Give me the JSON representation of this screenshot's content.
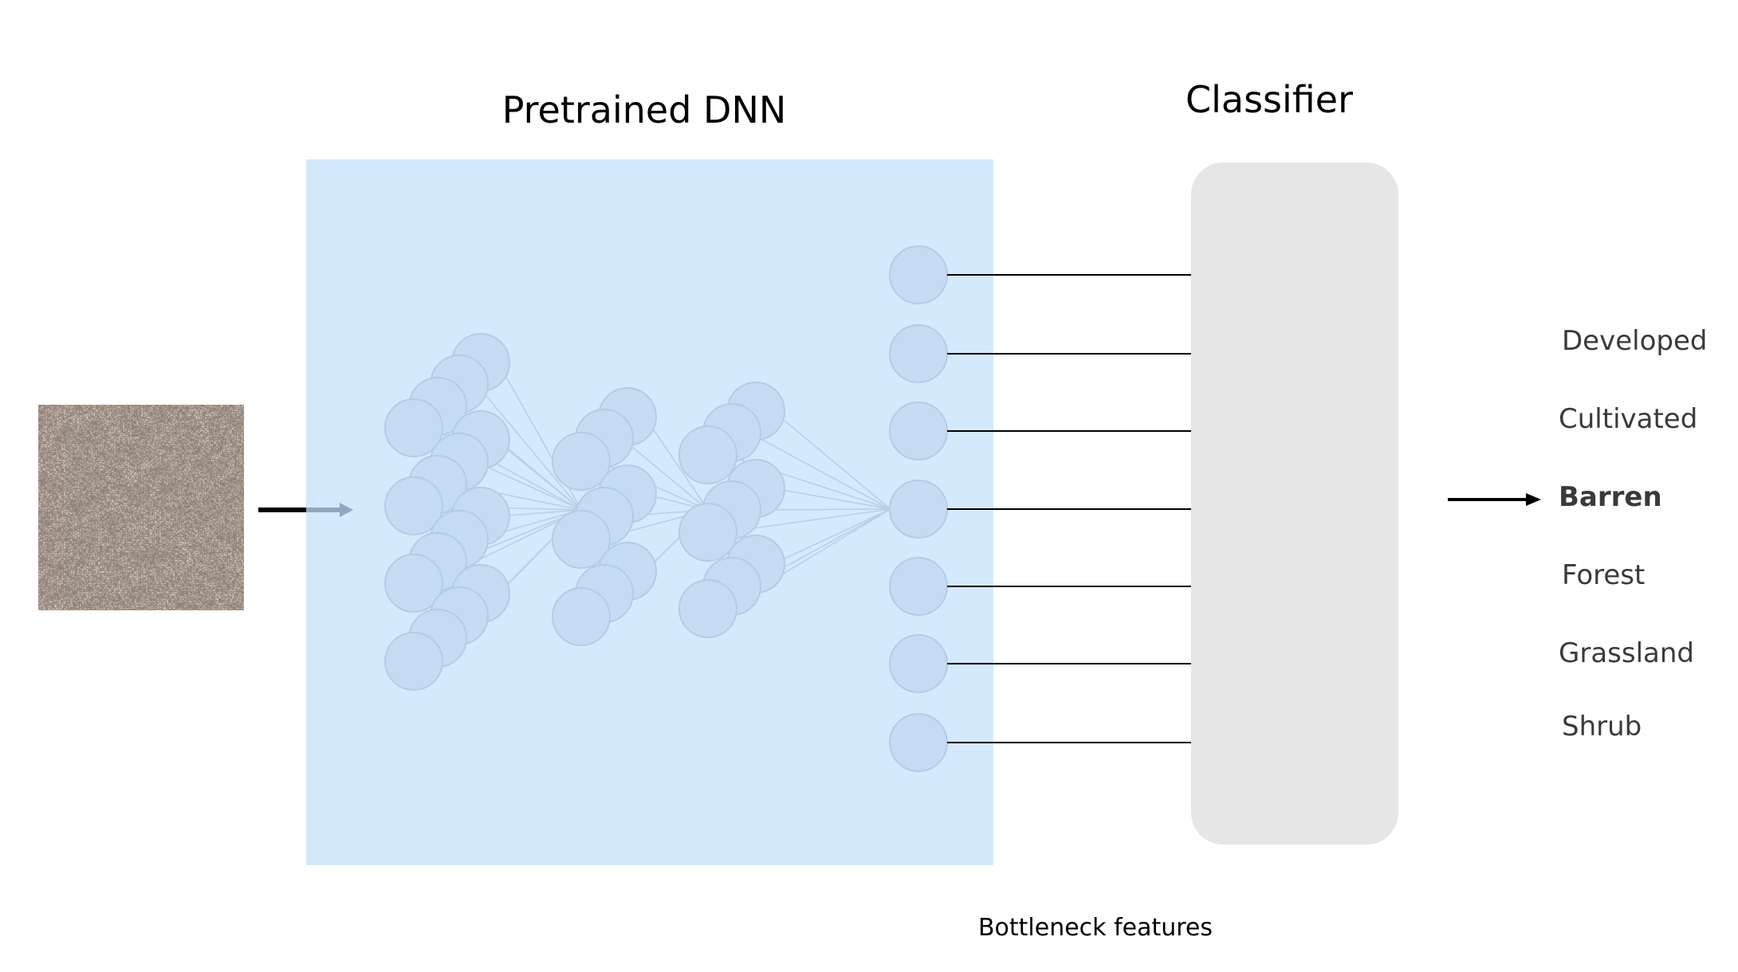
{
  "diagram": {
    "dnn_title": "Pretrained DNN",
    "classifier_title": "Classifier",
    "bottleneck_caption": "Bottleneck features",
    "classes": [
      {
        "label": "Developed",
        "selected": false
      },
      {
        "label": "Cultivated",
        "selected": false
      },
      {
        "label": "Barren",
        "selected": true
      },
      {
        "label": "Forest",
        "selected": false
      },
      {
        "label": "Grassland",
        "selected": false
      },
      {
        "label": "Shrub",
        "selected": false
      }
    ],
    "input_image": "barren-terrain-texture",
    "colors": {
      "dnn_panel": "#d5e9fc",
      "neuron_fill": "#c5dbf2",
      "neuron_stroke": "#b3cbe6",
      "classifier_box": "#e6e6e6",
      "selected_label": "#ee1c25",
      "default_label": "#3a3a3a"
    }
  }
}
